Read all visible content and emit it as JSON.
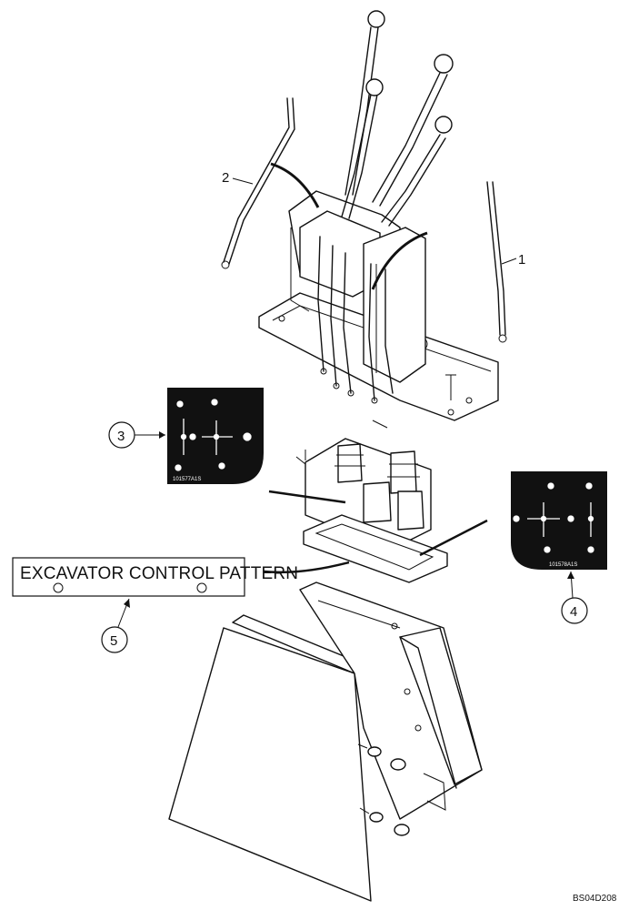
{
  "callouts": {
    "c1": "1",
    "c2": "2",
    "c3": "3",
    "c4": "4",
    "c5": "5"
  },
  "decal_left_code": "101577A1S",
  "decal_right_code": "101578A1S",
  "pattern_label": "EXCAVATOR CONTROL PATTERN",
  "ref_code": "BS04D208",
  "colors": {
    "ink": "#111111",
    "decal": "#111111",
    "paper": "#ffffff"
  }
}
